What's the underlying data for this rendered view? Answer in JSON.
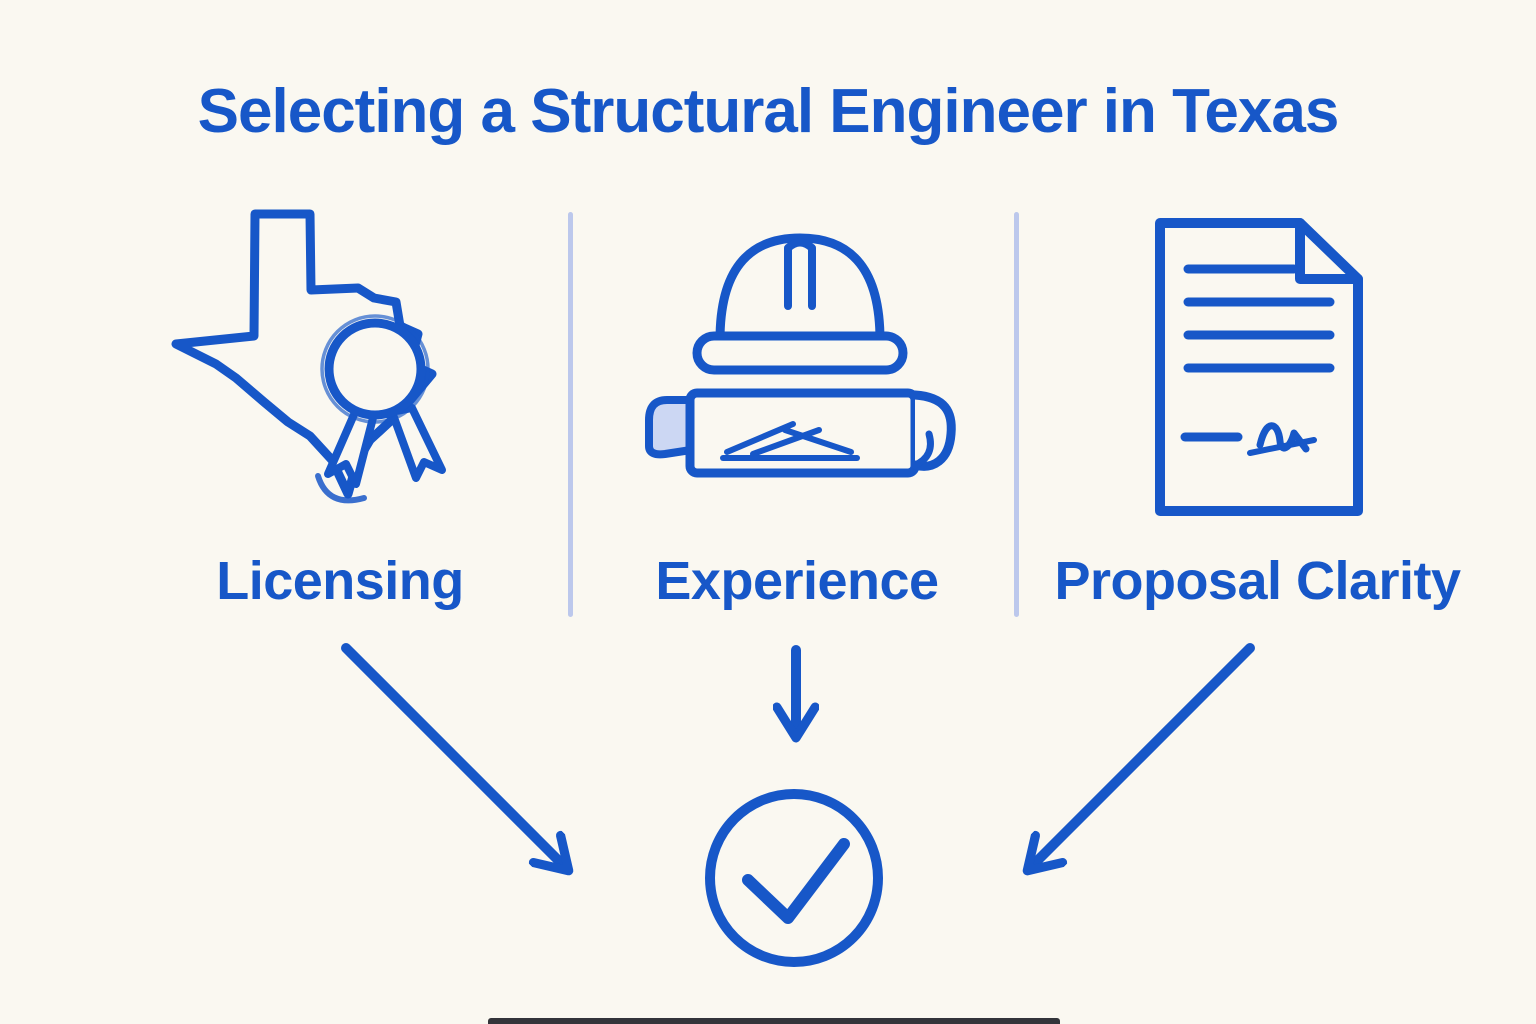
{
  "title": "Selecting a Structural Engineer in Texas",
  "columns": [
    {
      "label": "Licensing",
      "icon": "texas-license-badge-icon"
    },
    {
      "label": "Experience",
      "icon": "hard-hat-blueprint-icon"
    },
    {
      "label": "Proposal Clarity",
      "icon": "proposal-document-icon"
    }
  ],
  "flow": {
    "result_icon": "check-circle-icon",
    "arrows": [
      "arrow-from-licensing",
      "arrow-from-experience",
      "arrow-from-proposal"
    ]
  },
  "colors": {
    "accent": "#1757c8",
    "background": "#faf8f1",
    "divider": "#bcc8ec",
    "paper_fill": "#ccd7f3",
    "bottom_bar": "#33343a"
  }
}
